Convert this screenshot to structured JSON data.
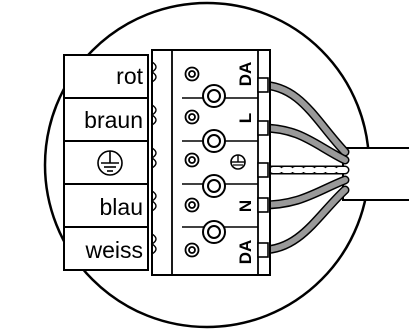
{
  "wire_labels": [
    "rot",
    "braun",
    "blau",
    "weiss"
  ],
  "earth_symbol": "protective-earth-icon",
  "terminals": [
    "DA",
    "L",
    "N",
    "DA"
  ],
  "earth_terminal_icon": "earth-screw-icon"
}
